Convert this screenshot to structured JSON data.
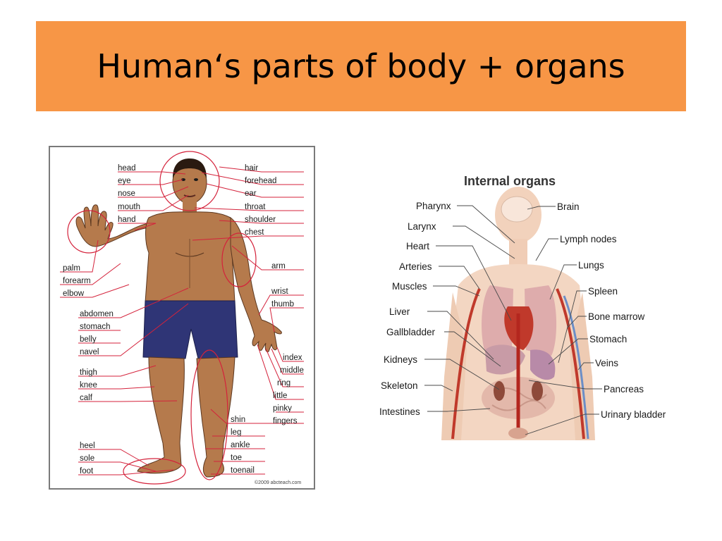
{
  "slide": {
    "title": "Human‘s parts of body + organs",
    "title_bg_color": "#f79646"
  },
  "body_diagram": {
    "copyright": "©2009 abcteach.com",
    "left_labels": {
      "head": "head",
      "eye": "eye",
      "nose": "nose",
      "mouth": "mouth",
      "hand": "hand",
      "palm": "palm",
      "forearm": "forearm",
      "elbow": "elbow",
      "abdomen": "abdomen",
      "stomach": "stomach",
      "belly": "belly",
      "navel": "navel",
      "thigh": "thigh",
      "knee": "knee",
      "calf": "calf",
      "heel": "heel",
      "sole": "sole",
      "foot": "foot"
    },
    "right_labels": {
      "hair": "hair",
      "forehead": "forehead",
      "ear": "ear",
      "throat": "throat",
      "shoulder": "shoulder",
      "chest": "chest",
      "arm": "arm",
      "wrist": "wrist",
      "thumb": "thumb",
      "index": "index",
      "middle": "middle",
      "ring": "ring",
      "little": "little",
      "pinky": "pinky",
      "fingers": "fingers",
      "shin": "shin",
      "leg": "leg",
      "ankle": "ankle",
      "toe": "toe",
      "toenail": "toenail"
    },
    "line_color": "#d4223b",
    "skin_color": "#b57a4c",
    "shorts_color": "#2f3576"
  },
  "organs_diagram": {
    "title": "Internal organs",
    "left_labels": {
      "pharynx": "Pharynx",
      "larynx": "Larynx",
      "heart": "Heart",
      "arteries": "Arteries",
      "muscles": "Muscles",
      "liver": "Liver",
      "gallbladder": "Gallbladder",
      "kidneys": "Kidneys",
      "skeleton": "Skeleton",
      "intestines": "Intestines"
    },
    "right_labels": {
      "brain": "Brain",
      "lymph_nodes": "Lymph nodes",
      "lungs": "Lungs",
      "spleen": "Spleen",
      "bone_marrow": "Bone marrow",
      "stomach": "Stomach",
      "veins": "Veins",
      "pancreas": "Pancreas",
      "urinary_bladder": "Urinary bladder"
    }
  }
}
